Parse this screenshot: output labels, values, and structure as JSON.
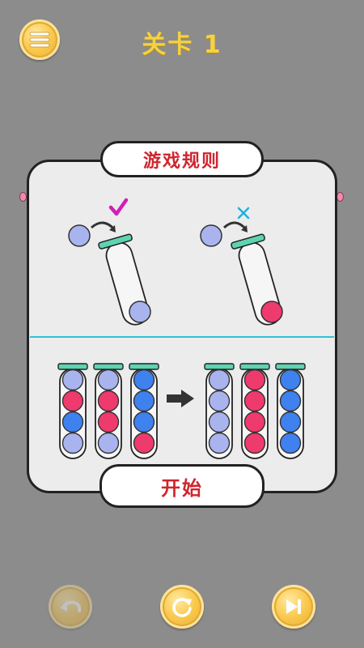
{
  "header": {
    "level_title": "关卡 1"
  },
  "dialog": {
    "title": "游戏规则",
    "start_label": "开始"
  },
  "colors": {
    "lavender": "#a9b4ef",
    "pink": "#ef3a6d",
    "blue": "#3f81ee",
    "cap": "#5ed3b2",
    "check": "#d11fb7",
    "cross": "#1bb3dd",
    "gold": "#f6d23f"
  },
  "icons": {
    "menu": "hamburger-icon",
    "undo": "undo-icon",
    "restart": "restart-icon",
    "skip": "skip-icon"
  },
  "rules_example": {
    "before_tubes": [
      [
        "lavender",
        "pink",
        "blue",
        "lavender"
      ],
      [
        "lavender",
        "pink",
        "pink",
        "lavender"
      ],
      [
        "blue",
        "blue",
        "blue",
        "pink"
      ]
    ],
    "after_tubes": [
      [
        "lavender",
        "lavender",
        "lavender",
        "lavender"
      ],
      [
        "pink",
        "pink",
        "pink",
        "pink"
      ],
      [
        "blue",
        "blue",
        "blue",
        "blue"
      ]
    ],
    "valid_move": {
      "ball": "lavender",
      "tube_top": "lavender",
      "mark": "check"
    },
    "invalid_move": {
      "ball": "lavender",
      "tube_top": "pink",
      "mark": "cross"
    }
  }
}
